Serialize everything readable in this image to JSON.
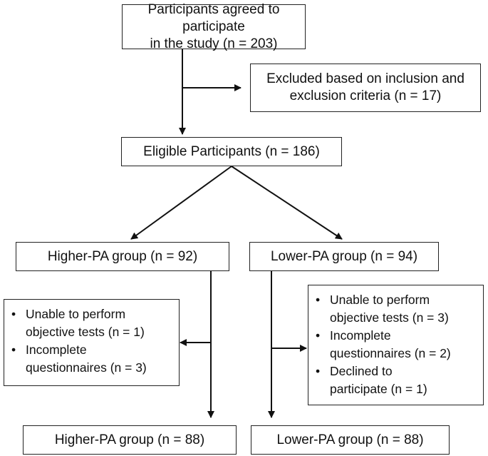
{
  "top_box": {
    "lines": [
      "Participants agreed to participate",
      "in the study (n = 203)"
    ]
  },
  "excluded_box": {
    "lines": [
      "Excluded based on inclusion and",
      "exclusion criteria (n = 17)"
    ]
  },
  "eligible_box": {
    "text": "Eligible Participants (n = 186)"
  },
  "higher_box": {
    "text": "Higher-PA group (n = 92)"
  },
  "lower_box": {
    "text": "Lower-PA group (n = 94)"
  },
  "higher_exclusions": {
    "items": [
      {
        "bullet": "•",
        "lines": [
          "Unable to perform",
          "objective tests (n = 1)"
        ]
      },
      {
        "bullet": "•",
        "lines": [
          "Incomplete",
          "questionnaires (n = 3)"
        ]
      }
    ]
  },
  "lower_exclusions": {
    "items": [
      {
        "bullet": "•",
        "lines": [
          "Unable to perform",
          "objective tests (n = 3)"
        ]
      },
      {
        "bullet": "•",
        "lines": [
          "Incomplete",
          "questionnaires (n = 2)"
        ]
      },
      {
        "bullet": "•",
        "lines": [
          "Declined to",
          "participate (n = 1)"
        ]
      }
    ]
  },
  "higher_final_box": {
    "text": "Higher-PA group (n = 88)"
  },
  "lower_final_box": {
    "text": "Lower-PA group (n = 88)"
  }
}
